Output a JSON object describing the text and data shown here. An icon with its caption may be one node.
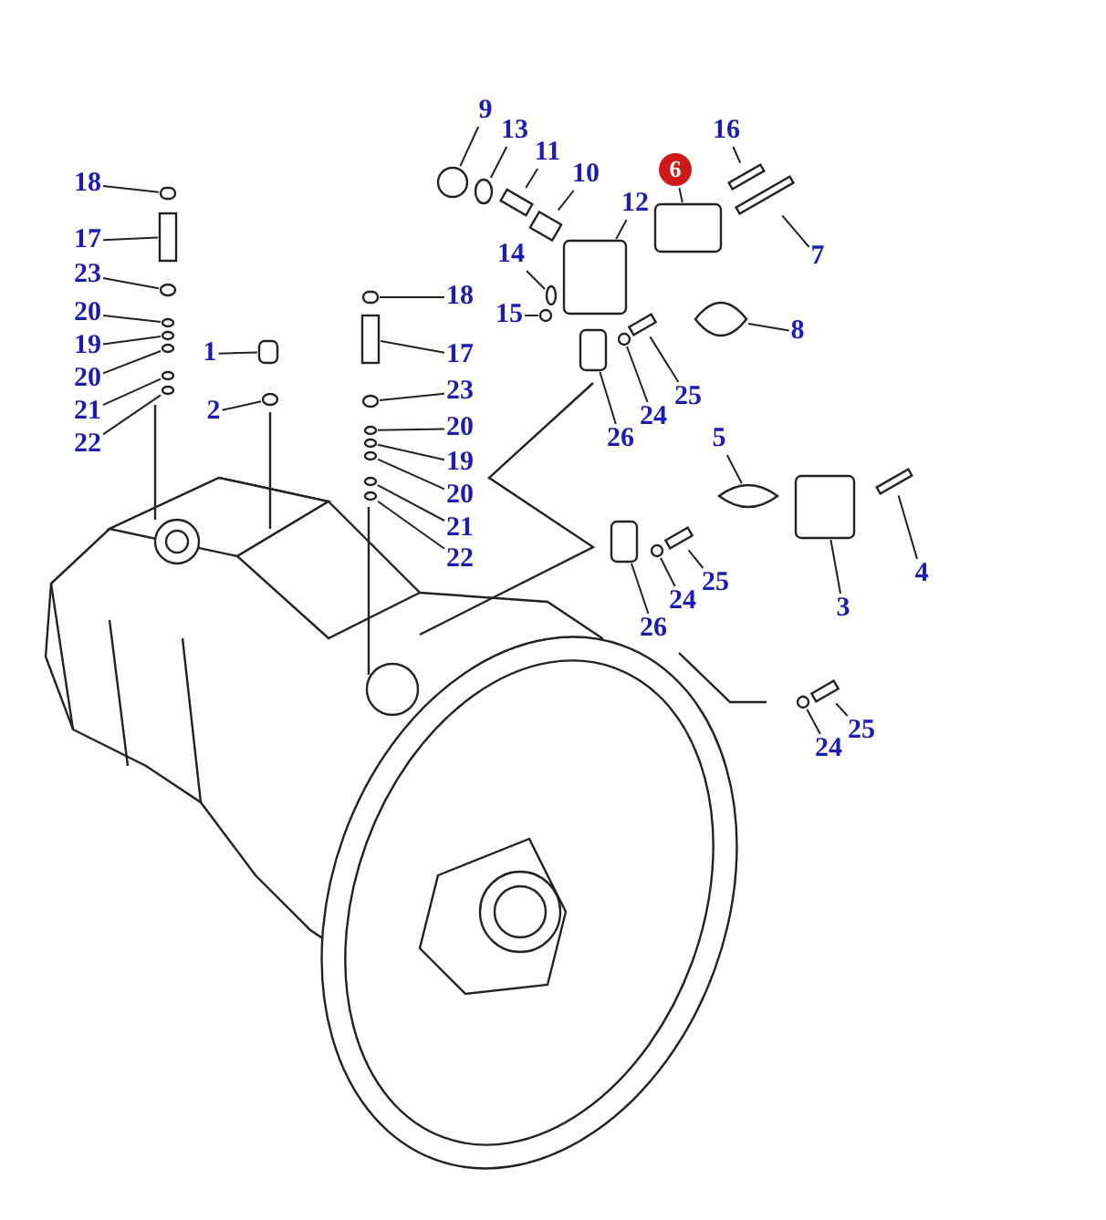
{
  "diagram": {
    "nodes": [
      {
        "text": [
          "9"
        ]
      },
      {
        "text": [
          "13"
        ]
      },
      {
        "text": [
          "11"
        ]
      },
      {
        "text": [
          "10"
        ]
      },
      {
        "text": [
          "12"
        ]
      },
      {
        "text": [
          "6"
        ]
      },
      {
        "text": [
          "16"
        ]
      },
      {
        "text": [
          "7"
        ]
      },
      {
        "text": [
          "14"
        ]
      },
      {
        "text": [
          "15"
        ]
      },
      {
        "text": [
          "8"
        ]
      },
      {
        "text": [
          "18"
        ]
      },
      {
        "text": [
          "17"
        ]
      },
      {
        "text": [
          "23"
        ]
      },
      {
        "text": [
          "20"
        ]
      },
      {
        "text": [
          "19"
        ]
      },
      {
        "text": [
          "20"
        ]
      },
      {
        "text": [
          "21"
        ]
      },
      {
        "text": [
          "22"
        ]
      },
      {
        "text": [
          "1"
        ]
      },
      {
        "text": [
          "2"
        ]
      },
      {
        "text": [
          "18"
        ]
      },
      {
        "text": [
          "17"
        ]
      },
      {
        "text": [
          "23"
        ]
      },
      {
        "text": [
          "20"
        ]
      },
      {
        "text": [
          "19"
        ]
      },
      {
        "text": [
          "20"
        ]
      },
      {
        "text": [
          "21"
        ]
      },
      {
        "text": [
          "22"
        ]
      },
      {
        "text": [
          "25"
        ]
      },
      {
        "text": [
          "24"
        ]
      },
      {
        "text": [
          "26"
        ]
      },
      {
        "text": [
          "5"
        ]
      },
      {
        "text": [
          "4"
        ]
      },
      {
        "text": [
          "3"
        ]
      },
      {
        "text": [
          "25"
        ]
      },
      {
        "text": [
          "24"
        ]
      },
      {
        "text": [
          "26"
        ]
      },
      {
        "text": [
          "24"
        ]
      },
      {
        "text": [
          "25"
        ]
      },
      {
        "text": [],
        "shape": "circle"
      },
      {
        "text": [],
        "shape": "circle"
      },
      {
        "text": [],
        "shape": "bar"
      },
      {
        "text": [],
        "shape": "bar"
      },
      {
        "text": [],
        "shape": "box"
      },
      {
        "text": [],
        "shape": "box"
      },
      {
        "text": [],
        "shape": "bar"
      },
      {
        "text": [],
        "shape": "bar"
      },
      {
        "text": [],
        "shape": "circle"
      },
      {
        "text": [],
        "shape": "circle"
      },
      {
        "text": [],
        "shape": "cable"
      },
      {
        "text": [],
        "shape": "box"
      },
      {
        "text": [],
        "shape": "bar"
      },
      {
        "text": [],
        "shape": "circle"
      },
      {
        "text": [],
        "shape": "circle"
      },
      {
        "text": [],
        "shape": "circle"
      },
      {
        "text": [],
        "shape": "circle"
      },
      {
        "text": [],
        "shape": "circle"
      },
      {
        "text": [],
        "shape": "circle"
      },
      {
        "text": [],
        "shape": "box"
      },
      {
        "text": [],
        "shape": "circle"
      },
      {
        "text": [],
        "shape": "box"
      },
      {
        "text": [],
        "shape": "bar"
      },
      {
        "text": [],
        "shape": "circle"
      },
      {
        "text": [],
        "shape": "circle"
      },
      {
        "text": [],
        "shape": "circle"
      },
      {
        "text": [],
        "shape": "circle"
      },
      {
        "text": [],
        "shape": "circle"
      },
      {
        "text": [],
        "shape": "circle"
      },
      {
        "text": [],
        "shape": "bar"
      },
      {
        "text": [],
        "shape": "circle"
      },
      {
        "text": [],
        "shape": "box"
      },
      {
        "text": [],
        "shape": "cable"
      },
      {
        "text": [],
        "shape": "bar"
      },
      {
        "text": [],
        "shape": "box"
      },
      {
        "text": [],
        "shape": "bar"
      },
      {
        "text": [],
        "shape": "circle"
      },
      {
        "text": [],
        "shape": "box"
      },
      {
        "text": [],
        "shape": "circle"
      },
      {
        "text": [],
        "shape": "bar"
      }
    ],
    "edges": [
      {
        "from": 0,
        "to": 40,
        "arrow": "none"
      },
      {
        "from": 1,
        "to": 41,
        "arrow": "none"
      },
      {
        "from": 2,
        "to": 42,
        "arrow": "none"
      },
      {
        "from": 3,
        "to": 43,
        "arrow": "none"
      },
      {
        "from": 4,
        "to": 44,
        "arrow": "none"
      },
      {
        "from": 5,
        "to": 45,
        "arrow": "none"
      },
      {
        "from": 6,
        "to": 46,
        "arrow": "none"
      },
      {
        "from": 7,
        "to": 47,
        "arrow": "none"
      },
      {
        "from": 8,
        "to": 48,
        "arrow": "none"
      },
      {
        "from": 9,
        "to": 49,
        "arrow": "none"
      },
      {
        "from": 10,
        "to": 50,
        "arrow": "none"
      },
      {
        "from": 11,
        "to": 51,
        "arrow": "none"
      },
      {
        "from": 12,
        "to": 52,
        "arrow": "none"
      },
      {
        "from": 13,
        "to": 53,
        "arrow": "none"
      },
      {
        "from": 14,
        "to": 54,
        "arrow": "none"
      },
      {
        "from": 15,
        "to": 55,
        "arrow": "none"
      },
      {
        "from": 16,
        "to": 56,
        "arrow": "none"
      },
      {
        "from": 17,
        "to": 57,
        "arrow": "none"
      },
      {
        "from": 18,
        "to": 58,
        "arrow": "none"
      },
      {
        "from": 19,
        "to": 59,
        "arrow": "none"
      },
      {
        "from": 20,
        "to": 60,
        "arrow": "none"
      },
      {
        "from": 21,
        "to": 61,
        "arrow": "none"
      },
      {
        "from": 22,
        "to": 62,
        "arrow": "none"
      },
      {
        "from": 23,
        "to": 63,
        "arrow": "none"
      },
      {
        "from": 24,
        "to": 64,
        "arrow": "none"
      },
      {
        "from": 25,
        "to": 65,
        "arrow": "none"
      },
      {
        "from": 26,
        "to": 66,
        "arrow": "none"
      },
      {
        "from": 27,
        "to": 67,
        "arrow": "none"
      },
      {
        "from": 28,
        "to": 68,
        "arrow": "none"
      },
      {
        "from": 29,
        "to": 69,
        "arrow": "none"
      },
      {
        "from": 30,
        "to": 70,
        "arrow": "none"
      },
      {
        "from": 31,
        "to": 71,
        "arrow": "none"
      },
      {
        "from": 32,
        "to": 72,
        "arrow": "none"
      },
      {
        "from": 33,
        "to": 73,
        "arrow": "none"
      },
      {
        "from": 34,
        "to": 74,
        "arrow": "none"
      },
      {
        "from": 35,
        "to": 75,
        "arrow": "none"
      },
      {
        "from": 36,
        "to": 76,
        "arrow": "none"
      },
      {
        "from": 37,
        "to": 77,
        "arrow": "none"
      },
      {
        "from": 38,
        "to": 78,
        "arrow": "none"
      },
      {
        "from": 39,
        "to": 79,
        "arrow": "none"
      }
    ]
  }
}
